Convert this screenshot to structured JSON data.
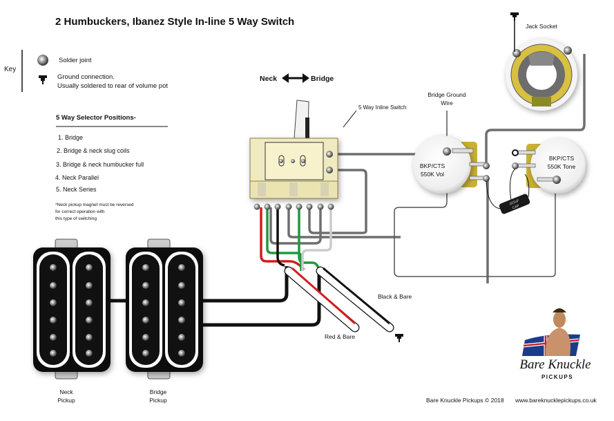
{
  "title": "2 Humbuckers, Ibanez Style In-line 5 Way Switch",
  "key": {
    "label": "Key",
    "solder_joint": "Solder joint",
    "ground_line1": "Ground connection.",
    "ground_line2": "Usually soldered to rear of volume pot"
  },
  "selector": {
    "heading": "5 Way Selector Positions-",
    "positions": [
      "1. Bridge",
      "2. Bridge & neck slug coils",
      "3. Bridge & neck humbucker full",
      "4. Neck Parallel",
      "5. Neck Series"
    ],
    "note": [
      "*Neck pickup magnet must be reversed",
      "for correct operation with",
      "this type of switching"
    ]
  },
  "direction": {
    "left": "Neck",
    "right": "Bridge"
  },
  "labels": {
    "switch": "5 Way Inline Switch",
    "bridge_ground_1": "Bridge Ground",
    "bridge_ground_2": "Wire",
    "jack": "Jack Socket",
    "vol_1": "BKP/CTS",
    "vol_2": "550K Vol",
    "tone_1": "BKP/CTS",
    "tone_2": "550K Tone",
    "cap_1": ".022uF",
    "cap_2": "CAP",
    "black_bare": "Black & Bare",
    "red_bare": "Red & Bare",
    "neck_pickup_1": "Neck",
    "neck_pickup_2": "Pickup",
    "bridge_pickup_1": "Bridge",
    "bridge_pickup_2": "Pickup"
  },
  "logo": {
    "name": "Bare Knuckle",
    "sub": "PICKUPS"
  },
  "footer": {
    "copyright": "Bare Knuckle Pickups © 2018",
    "url": "www.bareknucklepickups.co.uk"
  },
  "colors": {
    "pot_lug_plate": "#c9b032",
    "switch_body": "#f0eac0",
    "wire_gray": "#6e6e6e",
    "wire_red": "#d41c1c",
    "wire_green": "#1f9a3c",
    "wire_black": "#111111"
  }
}
